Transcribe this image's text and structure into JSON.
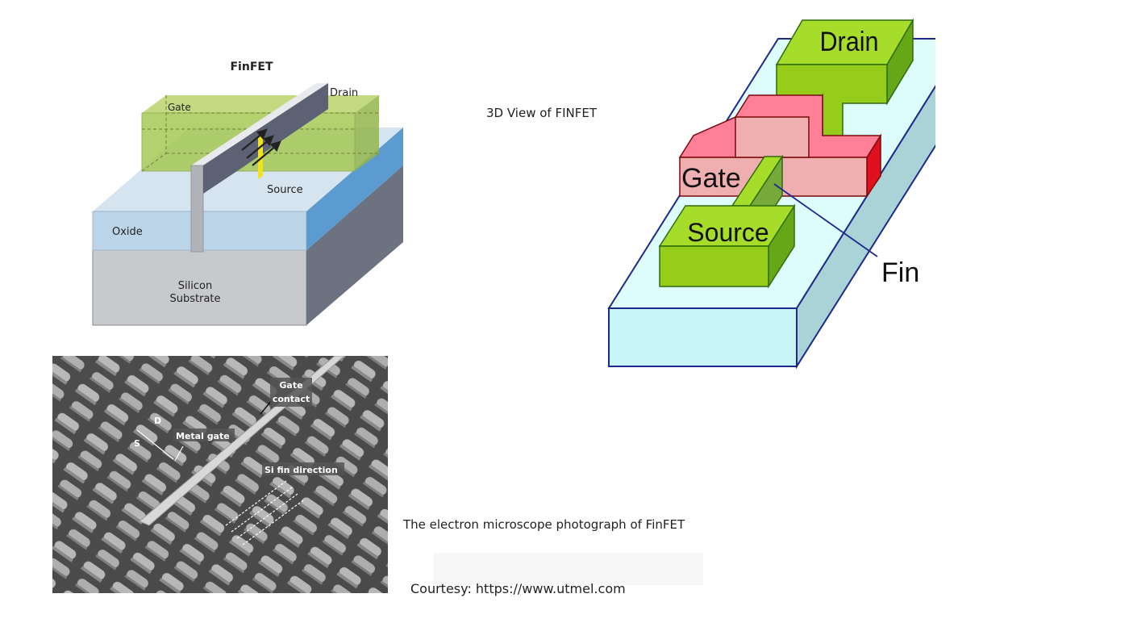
{
  "finfet_diagram": {
    "title": "FinFET",
    "labels": {
      "gate": "Gate",
      "drain": "Drain",
      "source": "Source",
      "oxide": "Oxide",
      "substrate_line1": "Silicon",
      "substrate_line2": "Substrate"
    }
  },
  "view3d": {
    "caption": "3D View of FINFET",
    "labels": {
      "drain": "Drain",
      "gate": "Gate",
      "source": "Source",
      "fin": "Fin"
    }
  },
  "micrograph": {
    "caption": "The electron microscope photograph of FinFET",
    "labels": {
      "gate_contact_line1": "Gate",
      "gate_contact_line2": "contact",
      "metal_gate": "Metal gate",
      "fin_direction": "Si fin direction",
      "d": "D",
      "s": "S"
    }
  },
  "courtesy": "Courtesy: https://www.utmel.com"
}
